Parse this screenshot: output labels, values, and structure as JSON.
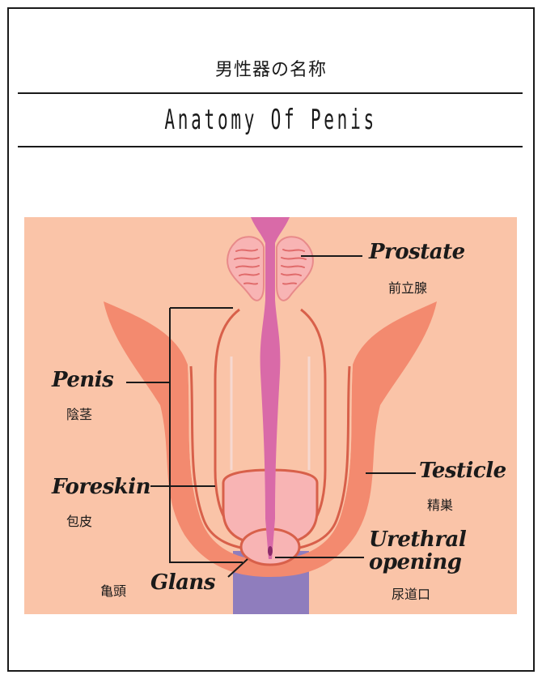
{
  "header": {
    "title_jp": "男性器の名称",
    "title_en": "Anatomy Of Penis"
  },
  "labels": {
    "prostate": {
      "en": "Prostate",
      "jp": "前立腺"
    },
    "penis": {
      "en": "Penis",
      "jp": "陰茎"
    },
    "foreskin": {
      "en": "Foreskin",
      "jp": "包皮"
    },
    "testicle": {
      "en": "Testicle",
      "jp": "精巣"
    },
    "urethral_opening": {
      "en_line1": "Urethral",
      "en_line2": "opening",
      "jp": "尿道口"
    },
    "glans": {
      "en": "Glans",
      "jp": "亀頭"
    }
  },
  "colors": {
    "panel_bg": "#fac4a8",
    "skin_outer": "#f38a6f",
    "tissue_light": "#f8b4b4",
    "urethra": "#d96aa8",
    "shaft_base": "#8f7dbd",
    "outline": "#d8604a",
    "ink": "#1a1a1a"
  }
}
